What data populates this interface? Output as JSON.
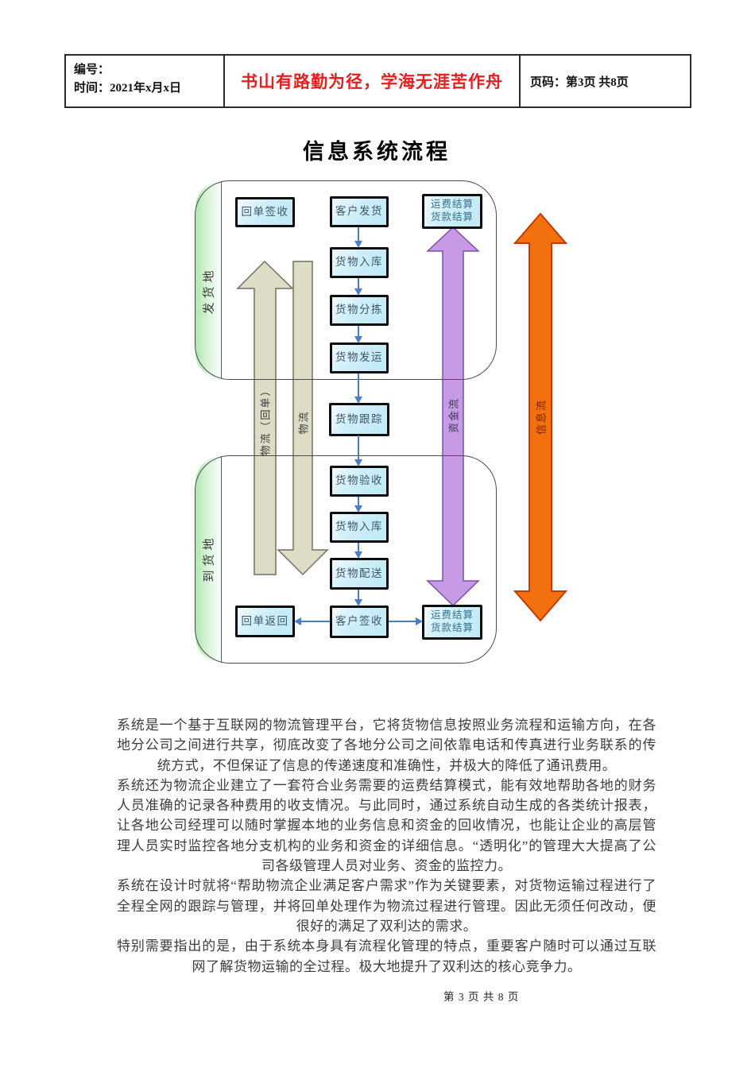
{
  "header": {
    "field_number_label": "编号：",
    "field_time_label": "时间：2021年x月x日",
    "motto": "书山有路勤为径，学海无涯苦作舟",
    "page_label_prefix": "页码：",
    "page_label_value": "第3页 共8页"
  },
  "diagram": {
    "title": "信息系统流程",
    "lanes": {
      "origin": "发货地",
      "destination": "到货地"
    },
    "flow_labels": {
      "logistics_return": "物流（回单）",
      "logistics": "物流",
      "capital_flow": "资金流",
      "information_flow": "信息流"
    },
    "boxes": {
      "receipt_sign": "回单签收",
      "customer_ship": "客户发货",
      "settle_top_line1": "运费结算",
      "settle_top_line2": "货款结算",
      "goods_inbound1": "货物入库",
      "goods_sorting": "货物分拣",
      "goods_dispatch": "货物发运",
      "goods_tracking": "货物跟踪",
      "goods_check": "货物验收",
      "goods_inbound2": "货物入库",
      "goods_delivery": "货物配送",
      "receipt_return": "回单返回",
      "customer_sign": "客户签收",
      "settle_bottom_line1": "运费结算",
      "settle_bottom_line2": "货款结算"
    },
    "colors": {
      "box_fill": "#cdeef8",
      "box_border": "#0d0d0d",
      "connector_blue": "#4a7cc8",
      "logistics_arrow_fill": "#dedcc6",
      "logistics_arrow_stroke": "#70705e",
      "capital_arrow_fill": "#c69ae4",
      "capital_arrow_stroke": "#7d4fa8",
      "info_arrow_fill": "#f2700e",
      "info_arrow_stroke": "#c23b00",
      "lane_strip_green": "#aee6ae",
      "info_label_color": "#7c1d00"
    }
  },
  "body": {
    "paragraphs": [
      "系统是一个基于互联网的物流管理平台，它将货物信息按照业务流程和运输方向，在各地分公司之间进行共享，彻底改变了各地分公司之间依靠电话和传真进行业务联系的传统方式，不但保证了信息的传递速度和准确性，并极大的降低了通讯费用。",
      "系统还为物流企业建立了一套符合业务需要的运费结算模式，能有效地帮助各地的财务人员准确的记录各种费用的收支情况。与此同时，通过系统自动生成的各类统计报表，让各地公司经理可以随时掌握本地的业务信息和资金的回收情况，也能让企业的高层管理人员实时监控各地分支机构的业务和资金的详细信息。“透明化”的管理大大提高了公司各级管理人员对业务、资金的监控力。",
      "系统在设计时就将“帮助物流企业满足客户需求”作为关键要素，对货物运输过程进行了全程全网的跟踪与管理，并将回单处理作为物流过程进行管理。因此无须任何改动，便很好的满足了双利达的需求。",
      "特别需要指出的是，由于系统本身具有流程化管理的特点，重要客户随时可以通过互联网了解货物运输的全过程。极大地提升了双利达的核心竞争力。"
    ]
  },
  "footer": {
    "page_info": "第 3 页 共 8 页"
  }
}
